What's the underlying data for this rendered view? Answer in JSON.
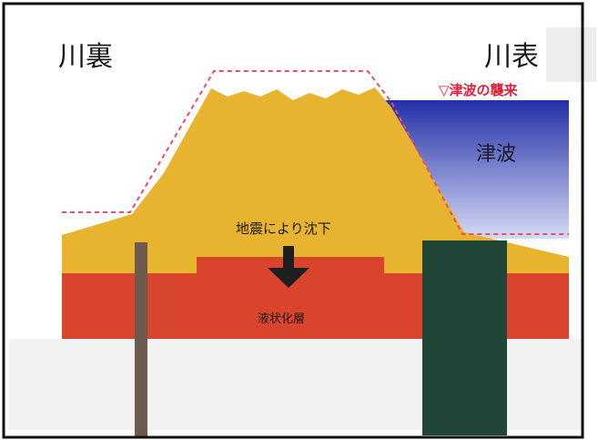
{
  "labels": {
    "landside": "川裏",
    "riverside": "川表",
    "tsunami_arrival": "▽津波の襲来",
    "tsunami": "津波",
    "subsidence": "地震により沈下",
    "liquefaction_layer": "液状化層"
  },
  "colors": {
    "levee": "#e8b430",
    "liquefaction": "#d8442c",
    "water_top": "#2430a8",
    "water_bottom": "#d4daf4",
    "dashed_outline": "#e8506a",
    "sheet_pile_left": "#6e5a4c",
    "sheet_pile_right": "#1f4636",
    "arrow": "#1e1e1e",
    "frame": "#111111"
  },
  "icons": {
    "subsidence_arrow": "arrow-down-icon"
  }
}
